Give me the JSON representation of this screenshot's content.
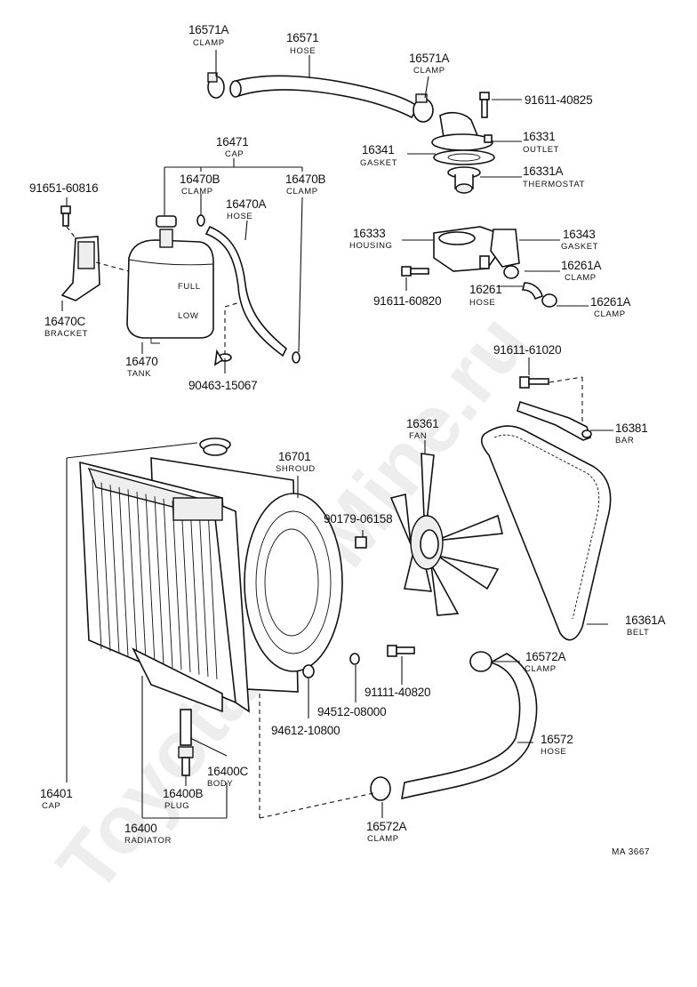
{
  "watermark": "ToyotaWarMine.ru",
  "figure_ref": "MA 3667",
  "parts": {
    "p16571A_top": {
      "number": "16571A",
      "name": "CLAMP"
    },
    "p16571": {
      "number": "16571",
      "name": "HOSE"
    },
    "p16571A_right": {
      "number": "16571A",
      "name": "CLAMP"
    },
    "p91611_40825": {
      "number": "91611-40825"
    },
    "p16341": {
      "number": "16341",
      "name": "GASKET"
    },
    "p16331": {
      "number": "16331",
      "name": "OUTLET"
    },
    "p16331A": {
      "number": "16331A",
      "name": "THERMOSTAT"
    },
    "p16471": {
      "number": "16471",
      "name": "CAP"
    },
    "p16470B_left": {
      "number": "16470B",
      "name": "CLAMP"
    },
    "p16470B_right": {
      "number": "16470B",
      "name": "CLAMP"
    },
    "p16470A": {
      "number": "16470A",
      "name": "HOSE"
    },
    "p91651_60816": {
      "number": "91651-60816"
    },
    "p16470C": {
      "number": "16470C",
      "name": "BRACKET"
    },
    "p16470": {
      "number": "16470",
      "name": "TANK"
    },
    "p90463_15067": {
      "number": "90463-15067"
    },
    "p16333": {
      "number": "16333",
      "name": "HOUSING"
    },
    "p16343": {
      "number": "16343",
      "name": "GASKET"
    },
    "p16261A_upper": {
      "number": "16261A",
      "name": "CLAMP"
    },
    "p91611_60820": {
      "number": "91611-60820"
    },
    "p16261": {
      "number": "16261",
      "name": "HOSE"
    },
    "p16261A_lower": {
      "number": "16261A",
      "name": "CLAMP"
    },
    "p91611_61020": {
      "number": "91611-61020"
    },
    "p16361": {
      "number": "16361",
      "name": "FAN"
    },
    "p16381": {
      "number": "16381",
      "name": "BAR"
    },
    "p16701": {
      "number": "16701",
      "name": "SHROUD"
    },
    "p90179_06158": {
      "number": "90179-06158"
    },
    "p16361A": {
      "number": "16361A",
      "name": "BELT"
    },
    "p16572A_upper": {
      "number": "16572A",
      "name": "CLAMP"
    },
    "p91111_40820": {
      "number": "91111-40820"
    },
    "p94512_08000": {
      "number": "94512-08000"
    },
    "p94612_10800": {
      "number": "94612-10800"
    },
    "p16572": {
      "number": "16572",
      "name": "HOSE"
    },
    "p16400C": {
      "number": "16400C",
      "name": "BODY"
    },
    "p16401": {
      "number": "16401",
      "name": "CAP"
    },
    "p16400B": {
      "number": "16400B",
      "name": "PLUG"
    },
    "p16400": {
      "number": "16400",
      "name": "RADIATOR"
    },
    "p16572A_lower": {
      "number": "16572A",
      "name": "CLAMP"
    }
  },
  "tank_marks": {
    "full": "FULL",
    "low": "LOW"
  }
}
